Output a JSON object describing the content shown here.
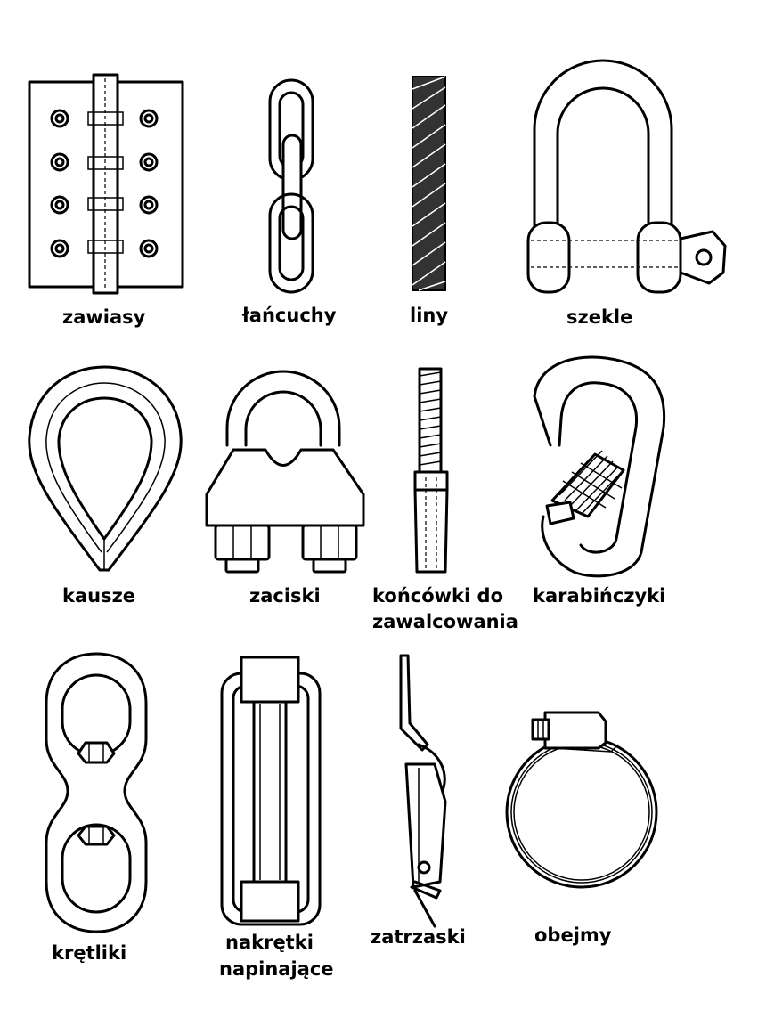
{
  "items": [
    {
      "label": "zawiasy",
      "icon": "hinge-icon"
    },
    {
      "label": "łańcuchy",
      "icon": "chain-icon"
    },
    {
      "label": "liny",
      "icon": "rope-icon"
    },
    {
      "label": "szekle",
      "icon": "shackle-icon"
    },
    {
      "label": "kausze",
      "icon": "thimble-icon"
    },
    {
      "label": "zaciski",
      "icon": "wire-clamp-icon"
    },
    {
      "label": "końcówki do zawalcowania",
      "line1": "końcówki do",
      "line2": "zawalcowania",
      "icon": "swage-terminal-icon"
    },
    {
      "label": "karabińczyki",
      "icon": "carabiner-icon"
    },
    {
      "label": "krętliki",
      "icon": "swivel-icon"
    },
    {
      "label": "nakrętki napinające",
      "line1": "nakrętki",
      "line2": "napinające",
      "icon": "turnbuckle-icon"
    },
    {
      "label": "zatrzaski",
      "icon": "latch-icon"
    },
    {
      "label": "obejmy",
      "icon": "hose-clamp-icon"
    }
  ]
}
